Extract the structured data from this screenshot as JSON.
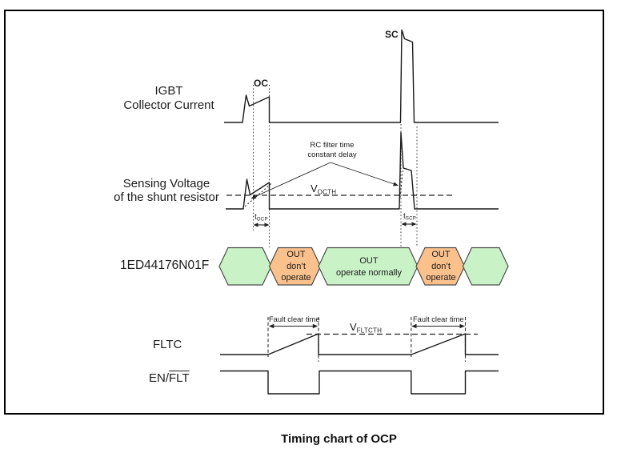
{
  "figure": {
    "caption": "Timing chart of OCP",
    "colors": {
      "state_normal_fill": "#c9f2c6",
      "state_fault_fill": "#fbc18c",
      "state_border": "#4d4d4d",
      "line": "#1a1a1a"
    },
    "igbt_row": {
      "label": "IGBT\nCollector Current",
      "oc_marker": "OC",
      "sc_marker": "SC"
    },
    "sensing_row": {
      "label": "Sensing Voltage\nof the shunt resistor",
      "rc_note": "RC filter time\nconstant delay",
      "v_octh": {
        "main": "V",
        "sub": "OCTH"
      },
      "t_ocp": {
        "main": "t",
        "sub": "OCP"
      },
      "t_scp": {
        "main": "t",
        "sub": "SCP"
      }
    },
    "device_row": {
      "label": "1ED44176N01F",
      "states": [
        {
          "text": ""
        },
        {
          "text": "OUT\ndon’t\noperate"
        },
        {
          "text": "OUT\noperate normally"
        },
        {
          "text": "OUT\ndon’t\noperate"
        },
        {
          "text": ""
        }
      ]
    },
    "fltc_row": {
      "label": "FLTC",
      "fault_clear_time_1": "Fault clear time",
      "fault_clear_time_2": "Fault clear time",
      "v_fltcth": {
        "main": "V",
        "sub": "FLTCTH"
      }
    },
    "enflt_row": {
      "label_pre": "EN/",
      "label_over": "FLT"
    }
  }
}
